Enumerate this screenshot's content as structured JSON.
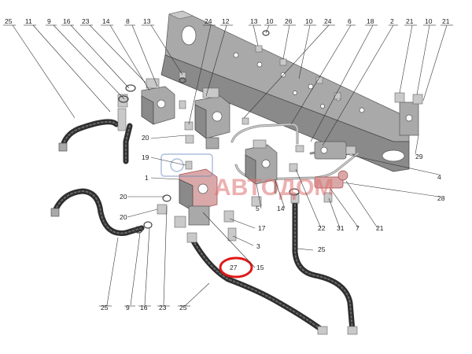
{
  "callouts": {
    "c25_top": "25",
    "c11": "11",
    "c9_top": "9",
    "c16_top": "16",
    "c23_top": "23",
    "c14_top": "14",
    "c8": "8",
    "c13_a": "13",
    "c24_a": "24",
    "c12": "12",
    "c13_b": "13",
    "c10_a": "10",
    "c26": "26",
    "c10_b": "10",
    "c24_b": "24",
    "c6": "6",
    "c18": "18",
    "c2": "2",
    "c21_top": "21",
    "c10_c": "10",
    "c21_b": "21",
    "c20_a": "20",
    "c19": "19",
    "c1": "1",
    "c20_b": "20",
    "c20_c": "20",
    "c5": "5",
    "c14_mid": "14",
    "c17": "17",
    "c3": "3",
    "c22": "22",
    "c31": "31",
    "c7": "7",
    "c21_mid": "21",
    "c29": "29",
    "c4": "4",
    "c28": "28",
    "c27": "27",
    "c15": "15",
    "c25_mid": "25",
    "c25_b1": "25",
    "c9_b": "9",
    "c16_b": "16",
    "c23_b": "23",
    "c25_b2": "25"
  },
  "watermark": {
    "text": "АВТОДОМ"
  },
  "colors": {
    "highlight_ring": "#e01818",
    "watermark": "#e07070",
    "hose": "#2e2e2e",
    "frame": "#9a9a9a"
  }
}
